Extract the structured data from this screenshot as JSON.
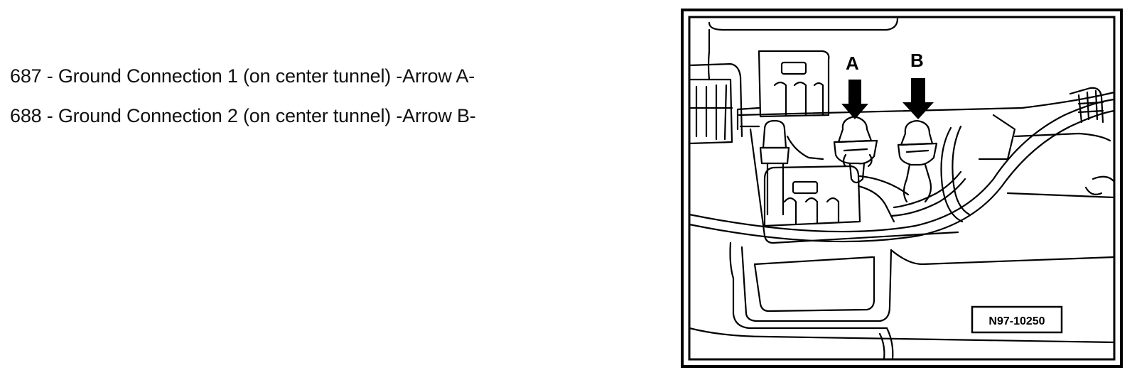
{
  "legend": {
    "items": [
      "687 - Ground Connection 1 (on center tunnel) -Arrow A-",
      "688 - Ground Connection 2 (on center tunnel) -Arrow B-"
    ]
  },
  "figure": {
    "callouts": {
      "a": "A",
      "b": "B"
    },
    "code": "N97-10250"
  }
}
